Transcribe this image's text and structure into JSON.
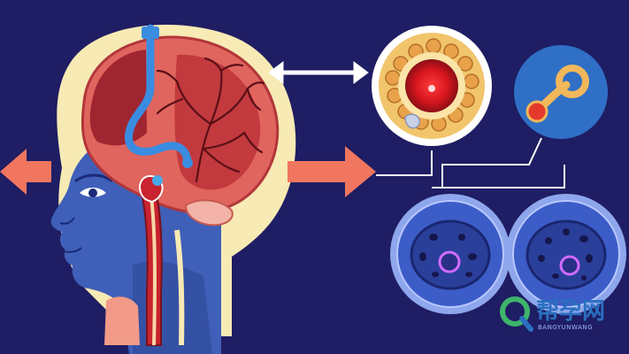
{
  "canvas": {
    "background": "#1f1d63"
  },
  "colors": {
    "skin": "#3f5fb8",
    "skin_shade": "#2d4593",
    "halo": "#f7eab4",
    "brain": "#e0655e",
    "brain_dark": "#9f2630",
    "vessel": "#5b0f18",
    "spinal": "#c8232f",
    "blue_tube": "#3a8ce0",
    "arrow": "#f1765f",
    "double_arrow": "#ffffff",
    "cell_fill": "#3c5cc7",
    "cell_ring": "#b8c8ff",
    "nucleus": "#7b22a8",
    "neuron_bg": "#2f6fc6",
    "neuron_ring": "#f1b75b",
    "neuron_dot": "#e43a2c",
    "watermark_green": "#3fb46b",
    "watermark_blue": "#2b6fc0"
  },
  "icons": {
    "left_arrow": "left-arrow-icon",
    "right_arrow": "right-arrow-icon",
    "double_arrow": "double-arrow-icon",
    "neuron": "neuron-icon",
    "watermark": "search-magnifier-logo"
  },
  "watermark": {
    "title": "帮孕网",
    "subtitle": "BANGYUNWANG"
  }
}
